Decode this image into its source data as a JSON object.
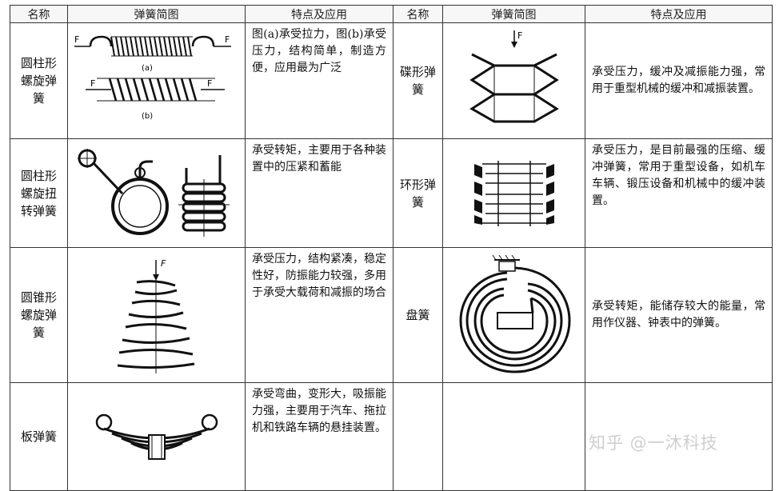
{
  "headers": {
    "name": "名称",
    "diagram": "弹簧简图",
    "features": "特点及应用",
    "name2": "名称",
    "diagram2": "弹簧简图",
    "features2": "特点及应用"
  },
  "rows": [
    {
      "left": {
        "name": "圆柱形螺旋弹簧",
        "desc": "图(a)承受拉力，图(b)承受压力，结构简单，制造方便，应用最为广泛",
        "labels": {
          "a": "(a)",
          "b": "(b)",
          "f": "F"
        }
      },
      "right": {
        "name": "碟形弹簧",
        "desc": "承受压力，缓冲及减振能力强，常用于重型机械的缓冲和减振装置。",
        "labels": {
          "f": "F"
        }
      }
    },
    {
      "left": {
        "name": "圆柱形螺旋扭转弹簧",
        "desc": "承受转矩，主要用于各种装置中的压紧和蓄能"
      },
      "right": {
        "name": "环形弹簧",
        "desc": "承受压力，是目前最强的压缩、缓冲弹簧，常用于重型设备，如机车车辆、锻压设备和机械中的缓冲装置。"
      }
    },
    {
      "left": {
        "name": "圆锥形螺旋弹簧",
        "desc": "承受压力，结构紧凑，稳定性好，防振能力较强，多用于承受大载荷和减振的场合",
        "labels": {
          "f": "F"
        }
      },
      "right": {
        "name": "盘簧",
        "desc": "承受转矩，能储存较大的能量，常用作仪器、钟表中的弹簧。"
      }
    },
    {
      "left": {
        "name": "板弹簧",
        "desc": "承受弯曲，变形大，吸振能力强，主要用于汽车、拖拉机和铁路车辆的悬挂装置。"
      },
      "right": {
        "name": "",
        "desc": ""
      }
    }
  ],
  "watermark": "知乎 @一沐科技"
}
